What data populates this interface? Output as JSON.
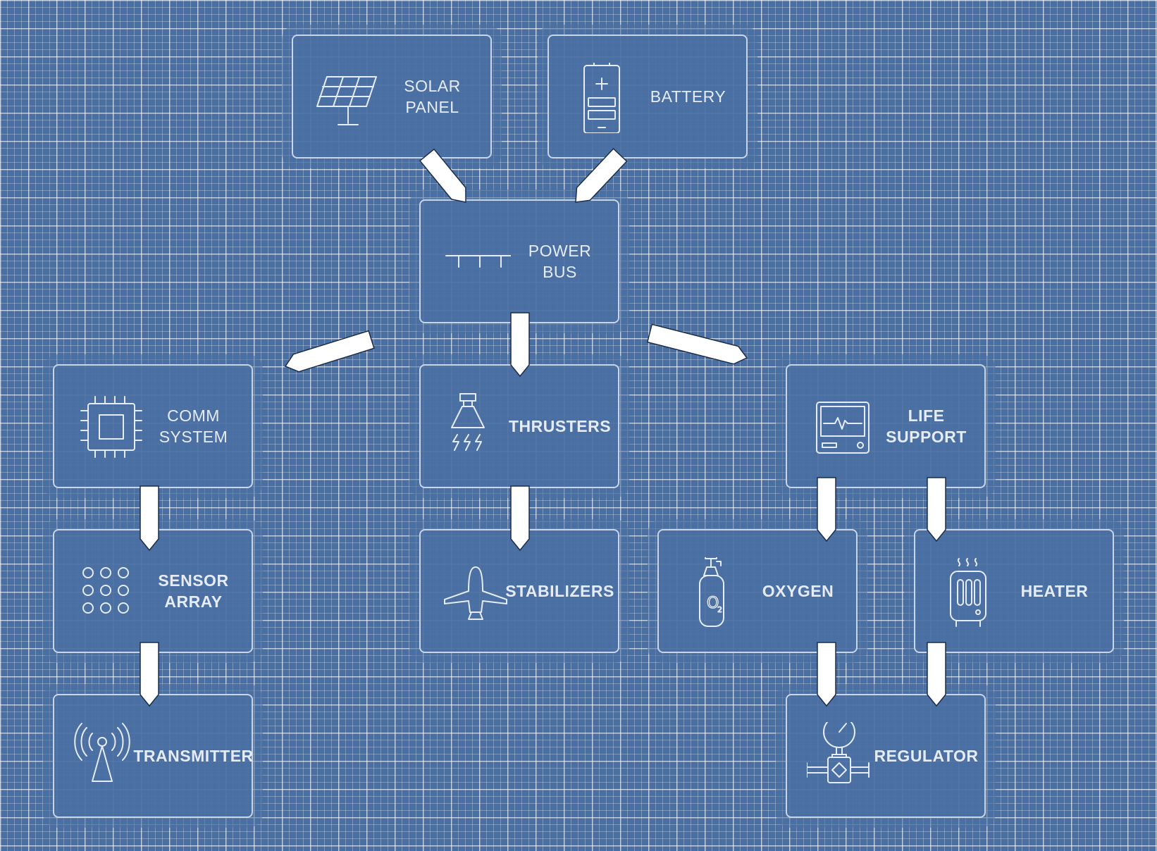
{
  "colors": {
    "background": "#4a6fa3",
    "grid": "#ffffff",
    "node_fill": "#4a6fa3",
    "node_border": "#e1e8f5",
    "text": "#e6ecf7",
    "arrow_fill": "#ffffff",
    "arrow_stroke": "#1b2d4a"
  },
  "nodes": {
    "solar_panel": {
      "label": "SOLAR\nPANEL",
      "icon": "solar-panel-icon"
    },
    "battery": {
      "label": "BATTERY",
      "icon": "battery-icon"
    },
    "power_bus": {
      "label": "POWER\nBUS",
      "icon": "power-bus-icon"
    },
    "comm_system": {
      "label": "COMM\nSYSTEM",
      "icon": "chip-icon"
    },
    "thrusters": {
      "label": "THRUSTERS",
      "icon": "thruster-icon"
    },
    "life_support": {
      "label": "LIFE\nSUPPORT",
      "icon": "monitor-icon"
    },
    "sensor_array": {
      "label": "SENSOR\nARRAY",
      "icon": "sensor-grid-icon"
    },
    "stabilizers": {
      "label": "STABILIZERS",
      "icon": "aircraft-icon"
    },
    "oxygen": {
      "label": "OXYGEN",
      "icon": "oxygen-tank-icon"
    },
    "heater": {
      "label": "HEATER",
      "icon": "heater-icon"
    },
    "transmitter": {
      "label": "TRANSMITTER",
      "icon": "antenna-icon"
    },
    "regulator": {
      "label": "REGULATOR",
      "icon": "gauge-valve-icon"
    }
  },
  "edges": [
    {
      "from": "solar_panel",
      "to": "power_bus"
    },
    {
      "from": "battery",
      "to": "power_bus"
    },
    {
      "from": "power_bus",
      "to": "comm_system"
    },
    {
      "from": "power_bus",
      "to": "thrusters"
    },
    {
      "from": "power_bus",
      "to": "life_support"
    },
    {
      "from": "comm_system",
      "to": "sensor_array"
    },
    {
      "from": "thrusters",
      "to": "stabilizers"
    },
    {
      "from": "life_support",
      "to": "oxygen"
    },
    {
      "from": "life_support",
      "to": "heater"
    },
    {
      "from": "sensor_array",
      "to": "transmitter"
    },
    {
      "from": "oxygen",
      "to": "regulator"
    },
    {
      "from": "heater",
      "to": "regulator"
    }
  ]
}
